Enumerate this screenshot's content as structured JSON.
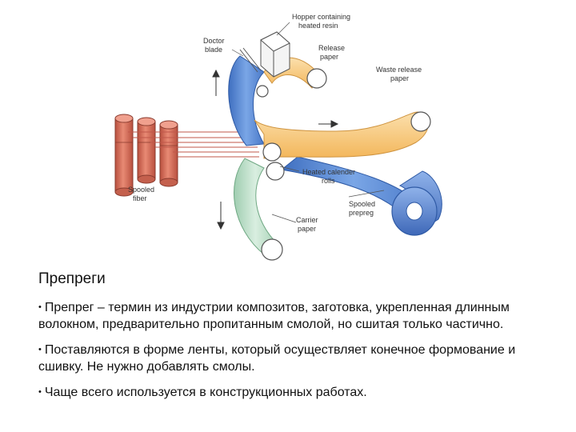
{
  "diagram": {
    "labels": {
      "hopper": [
        "Hopper containing",
        "heated resin"
      ],
      "doctor_blade": [
        "Doctor",
        "blade"
      ],
      "release_paper": [
        "Release",
        "paper"
      ],
      "waste_release_paper": [
        "Waste release",
        "paper"
      ],
      "spooled_fiber": [
        "Spooled",
        "fiber"
      ],
      "heated_calender_rolls": [
        "Heated calender",
        "rolls"
      ],
      "spooled_prepreg": [
        "Spooled",
        "prepreg"
      ],
      "carrier_paper": [
        "Carrier",
        "paper"
      ]
    },
    "colors": {
      "fiber_spool": "#d9705c",
      "blue_belt": "#5f8fd6",
      "orange_belt": "#f8c87a",
      "green_belt": "#b9dcc4",
      "prepreg_roll": "#5b86d0"
    }
  },
  "content": {
    "heading": "Препреги",
    "bullets": [
      "Препрег – термин из индустрии композитов, заготовка, укрепленная длинным волокном, предварительно пропитанным смолой, но сшитая только частично.",
      "Поставляются в форме ленты, который осуществляет конечное формование и сшивку. Не нужно добавлять смолы.",
      "Чаще всего используется в конструкционных работах."
    ]
  }
}
